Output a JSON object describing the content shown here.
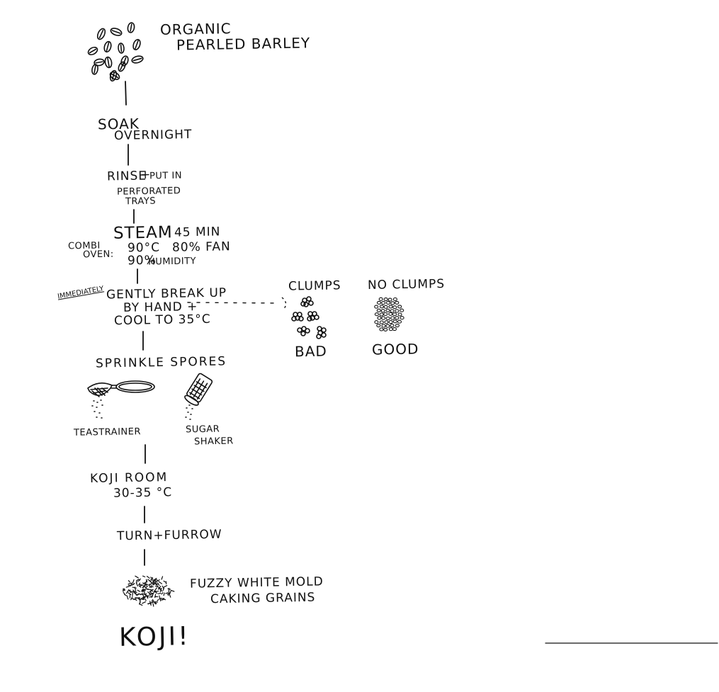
{
  "steps": {
    "barley": {
      "line1": "ORGANIC",
      "line2": "PEARLED BARLEY"
    },
    "soak": {
      "line1": "SOAK",
      "line2": "OVERNIGHT"
    },
    "rinse": {
      "line1": "RINSE",
      "plus": "+",
      "line1b": "PUT IN",
      "line2": "PERFORATED",
      "line3": "TRAYS"
    },
    "steam": {
      "label": "STEAM",
      "time": "45 MIN",
      "oven_line1": "COMBI",
      "oven_line2": "OVEN:",
      "temp": "90°C",
      "fan": "80% FAN",
      "humidity_value": "90%",
      "humidity_label": "HUMIDITY"
    },
    "break_up": {
      "note": "IMMEDIATELY",
      "line1": "GENTLY BREAK UP",
      "line2": "BY HAND +",
      "line3": "COOL TO 35°C"
    },
    "sprinkle": {
      "label": "SPRINKLE SPORES",
      "tool1": "TEASTRAINER",
      "tool2_line1": "SUGAR",
      "tool2_line2": "SHAKER"
    },
    "koji_room": {
      "line1": "KOJI ROOM",
      "line2": "30-35 °C"
    },
    "turn": {
      "label": "TURN+FURROW"
    },
    "mold": {
      "line1": "FUZZY WHITE MOLD",
      "line2": "CAKING GRAINS"
    },
    "result": {
      "label": "KOJI!"
    }
  },
  "comparison": {
    "bad": {
      "header": "CLUMPS",
      "verdict": "BAD"
    },
    "good": {
      "header": "NO CLUMPS",
      "verdict": "GOOD"
    }
  },
  "icons": [
    "barley-grains-icon",
    "teastrainer-icon",
    "sugar-shaker-icon",
    "grain-clumps-icon",
    "loose-grains-icon",
    "fuzzy-mold-icon"
  ],
  "colors": {
    "ink": "#111111",
    "paper": "#ffffff"
  }
}
